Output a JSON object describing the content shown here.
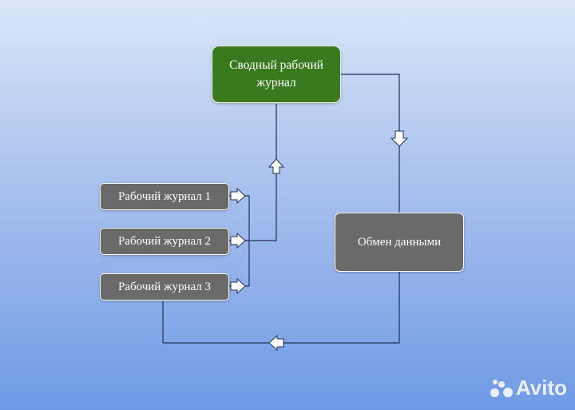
{
  "nodes": {
    "summary_journal": "Сводный рабочий журнал",
    "data_exchange": "Обмен данными",
    "journal_1": "Рабочий журнал 1",
    "journal_2": "Рабочий журнал 2",
    "journal_3": "Рабочий журнал 3"
  },
  "watermark": {
    "text": "Avito"
  },
  "colors": {
    "summary_fill": "#3a7a1f",
    "node_fill": "#6a6a6a",
    "connector": "#1f2f5a",
    "arrow_fill": "#ffffff"
  }
}
